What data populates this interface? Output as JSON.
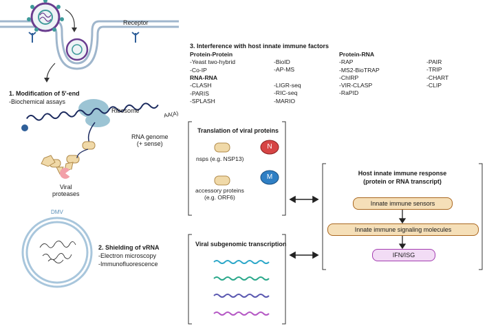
{
  "receptor_label": "Receptor",
  "step1": {
    "title": "1. Modification of 5'-end",
    "method": "-Biochemical assays"
  },
  "ribosome_label": "Ribosome",
  "polya_label": "AA(A)",
  "rna_genome_label": [
    "RNA genome",
    "(+ sense)"
  ],
  "viral_proteases_label": [
    "Viral",
    "proteases"
  ],
  "dmv_label": "DMV",
  "step2": {
    "title": "2. Shielding of vRNA",
    "methods": [
      "-Electron microscopy",
      "-Immunofluorescence"
    ]
  },
  "step3": {
    "title": "3. Interference with host innate immune factors",
    "protein_protein": {
      "title": "Protein-Protein",
      "col1": [
        "-Yeast two-hybrid",
        "-Co-IP"
      ],
      "col2": [
        "-BioID",
        "-AP-MS"
      ]
    },
    "rna_rna": {
      "title": "RNA-RNA",
      "col1": [
        "-CLASH",
        "-PARIS",
        "-SPLASH"
      ],
      "col2": [
        "-LIGR-seq",
        "-RIC-seq",
        "-MARIO"
      ]
    },
    "protein_rna": {
      "title": "Protein-RNA",
      "col1": [
        "-RAP",
        "-MS2-BioTRAP",
        "-ChIRP",
        "-VIR-CLASP",
        "-RaPID"
      ],
      "col2": [
        "-PAIR",
        "-TRIP",
        "-CHART",
        "-CLIP"
      ]
    }
  },
  "translation_box": {
    "title": "Translation of viral proteins",
    "nsps": "nsps (e.g. NSP13)",
    "accessory": [
      "accessory proteins",
      "(e.g. ORF6)"
    ],
    "n_badge": "N",
    "m_badge": "M"
  },
  "transcription_box": {
    "title": "Viral subgenomic transcription"
  },
  "host_box": {
    "title": [
      "Host innate immune response",
      "(protein or RNA transcript)"
    ],
    "sensors": "Innate immune sensors",
    "signaling": "Innate immune signaling molecules",
    "output": "IFN/ISG"
  },
  "colors": {
    "membrane": "#9fb6cc",
    "virus_teal": "#3f9a9a",
    "virus_purple": "#6a3d8f",
    "ribosome": "#9cc4d4",
    "rna": "#1b2a5e",
    "protein_fill": "#f0d9a8",
    "protein_stroke": "#b08a4a",
    "n_badge": "#d64545",
    "m_badge": "#2f7fc4",
    "wave1": "#2ea8c9",
    "wave2": "#2aa88a",
    "wave3": "#5a58b0",
    "wave4": "#b457c4",
    "output_fill": "#f2dcf5",
    "output_stroke": "#a33bb0"
  }
}
